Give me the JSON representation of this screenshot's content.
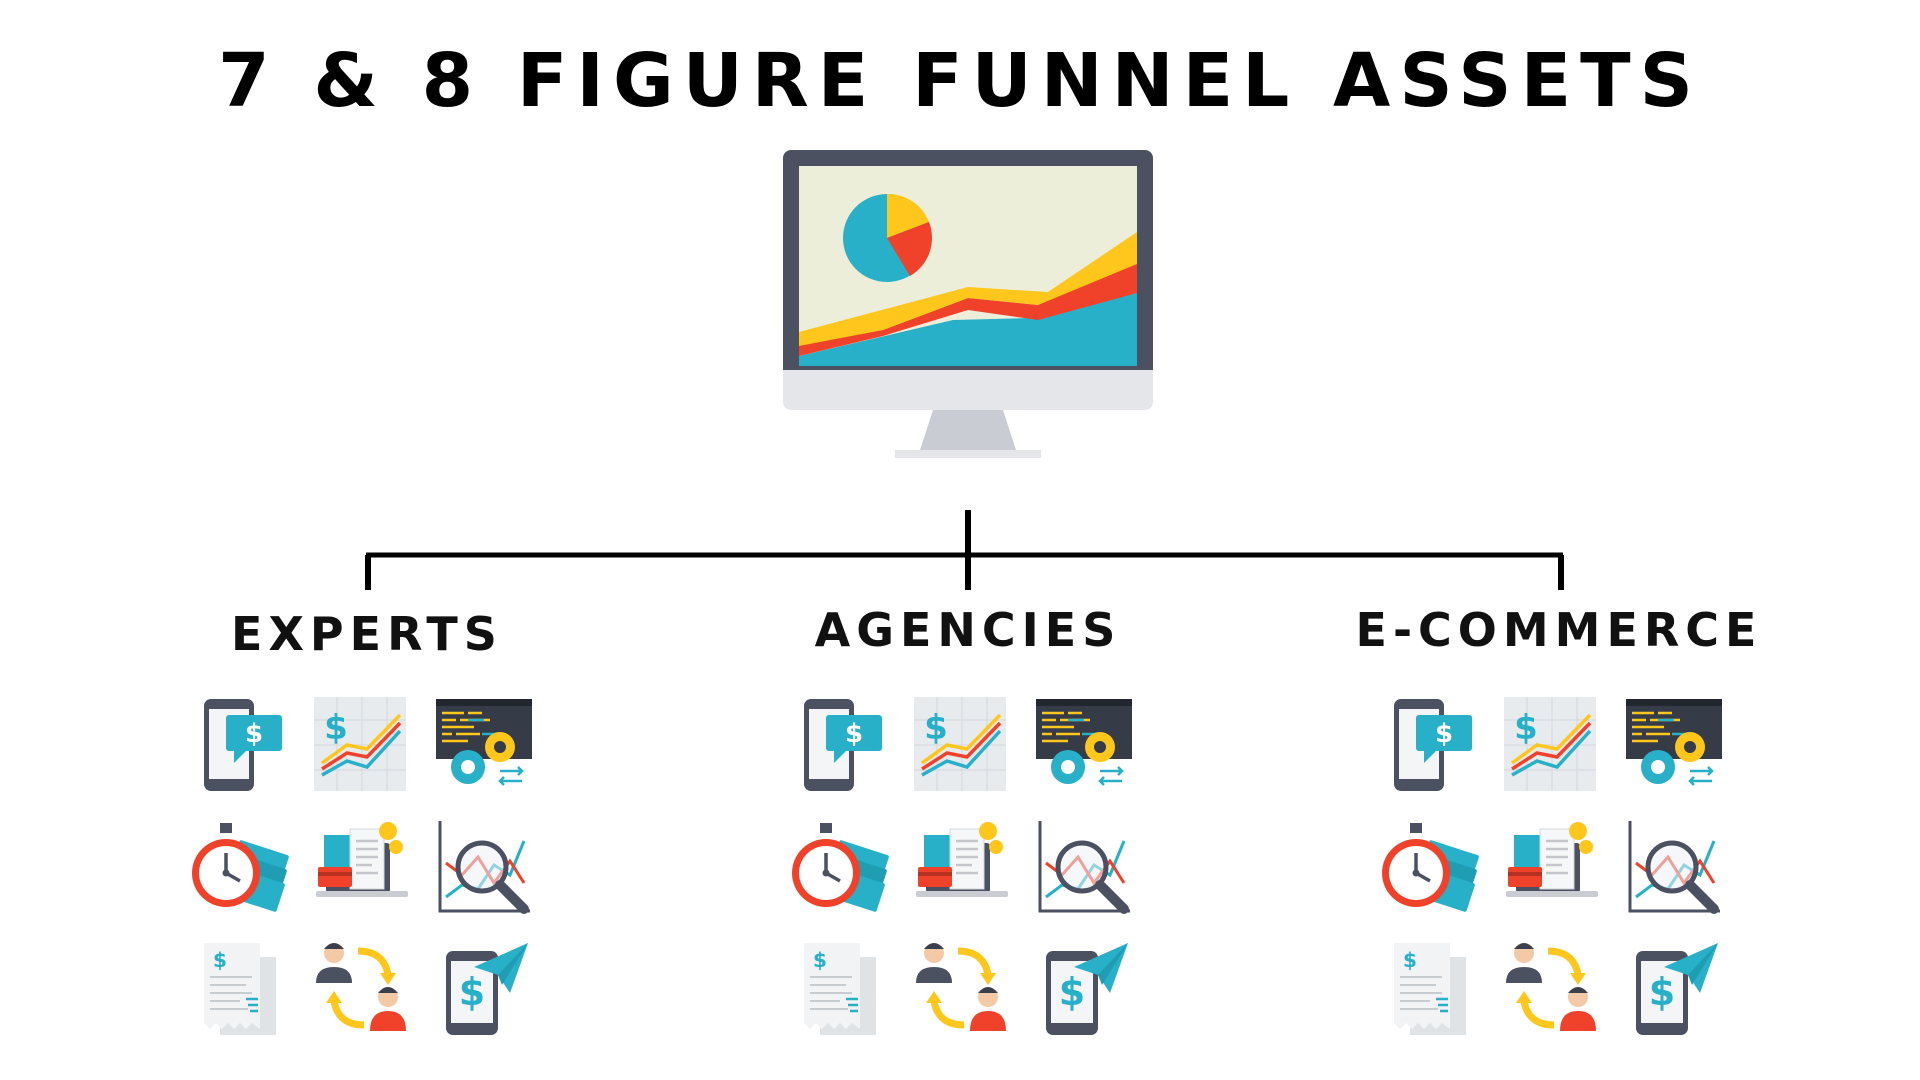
{
  "title": "7 & 8 FIGURE FUNNEL ASSETS",
  "hero": {
    "icon": "monitor-with-charts-icon"
  },
  "categories": [
    {
      "label": "EXPERTS"
    },
    {
      "label": "AGENCIES"
    },
    {
      "label": "E-COMMERCE"
    }
  ],
  "icon_set": [
    "phone-payment-message-icon",
    "dollar-growth-chart-icon",
    "code-settings-screen-icon",
    "stopwatch-money-icon",
    "laptop-invoice-payment-icon",
    "chart-analysis-magnifier-icon",
    "receipt-documents-icon",
    "people-exchange-icon",
    "phone-dollar-send-icon"
  ],
  "colors": {
    "teal": "#27b0c7",
    "yellow": "#ffc61b",
    "red": "#f0412a",
    "dark": "#4b5160",
    "screen_bg": "#eceed9"
  }
}
